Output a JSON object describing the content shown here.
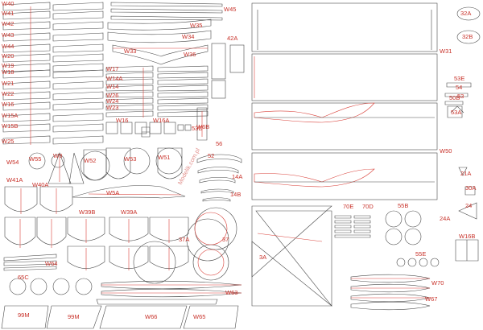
{
  "sheet": {
    "watermark": "Modelik.com.pl",
    "colors": {
      "cut_line": "#4a4a4a",
      "fold_line": "#d9413a",
      "label": "#c8322a",
      "paper": "#ffffff"
    },
    "labels": [
      "W40",
      "W41",
      "W42",
      "W43",
      "W44",
      "W20",
      "W19",
      "W18",
      "W21",
      "W22",
      "W16",
      "W15A",
      "W15B",
      "W25",
      "W45",
      "W35",
      "W34",
      "W33",
      "W36",
      "W17",
      "W14A",
      "W14",
      "W26",
      "W24",
      "W23",
      "W16",
      "W16A",
      "W6B",
      "53D",
      "56",
      "52",
      "W54",
      "W55",
      "W8",
      "W52",
      "W53",
      "W51",
      "W41A",
      "W40A",
      "W5A",
      "W39B",
      "W39A",
      "14A",
      "14B",
      "37A",
      "37",
      "W64",
      "65C",
      "W63",
      "99M",
      "99M",
      "W66",
      "W65",
      "42A",
      "W31",
      "W50",
      "32A",
      "32B",
      "53E",
      "54",
      "53",
      "50B",
      "53A",
      "21A",
      "30A",
      "24",
      "24A",
      "70E",
      "70D",
      "55B",
      "W16B",
      "3A",
      "55E",
      "W70",
      "W67"
    ]
  }
}
